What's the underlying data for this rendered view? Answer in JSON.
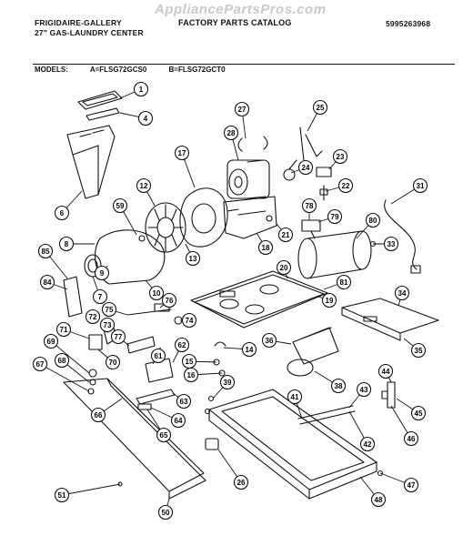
{
  "header": {
    "brand": "FRIGIDAIRE-GALLERY",
    "subtitle": "27\" GAS-LAUNDRY CENTER",
    "document_title": "FACTORY PARTS CATALOG",
    "part_number": "5995263968",
    "watermark": "AppliancePartsPros.com"
  },
  "models": {
    "label": "MODELS:",
    "a": "A=FLSG72GCS0",
    "b": "B=FLSG72GCT0"
  },
  "callouts": [
    "1",
    "4",
    "6",
    "12",
    "17",
    "28",
    "27",
    "25",
    "24",
    "23",
    "22",
    "31",
    "59",
    "8",
    "13",
    "18",
    "21",
    "78",
    "79",
    "80",
    "33",
    "85",
    "9",
    "7",
    "10",
    "20",
    "81",
    "19",
    "34",
    "84",
    "72",
    "76",
    "75",
    "74",
    "71",
    "73",
    "77",
    "61",
    "62",
    "14",
    "36",
    "35",
    "69",
    "70",
    "68",
    "67",
    "15",
    "16",
    "63",
    "64",
    "65",
    "66",
    "39",
    "38",
    "41",
    "43",
    "44",
    "45",
    "46",
    "42",
    "26",
    "47",
    "48",
    "51",
    "50"
  ]
}
